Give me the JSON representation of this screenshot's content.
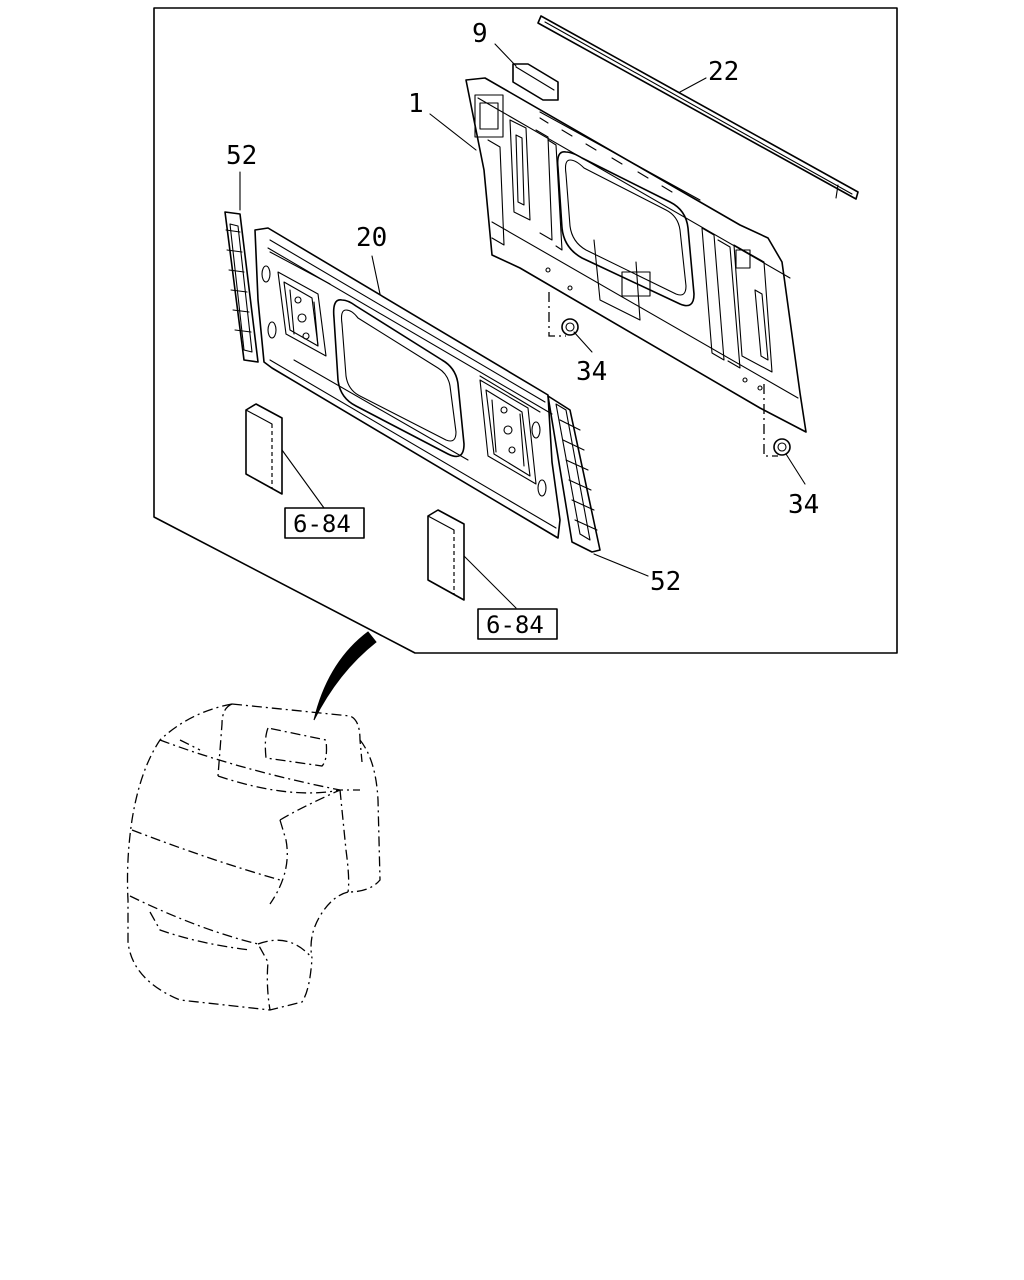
{
  "callouts": {
    "c9": "9",
    "c22": "22",
    "c1": "1",
    "c52a": "52",
    "c20": "20",
    "c34a": "34",
    "c34b": "34",
    "c52b": "52"
  },
  "references": {
    "r1": "6-84",
    "r2": "6-84"
  }
}
